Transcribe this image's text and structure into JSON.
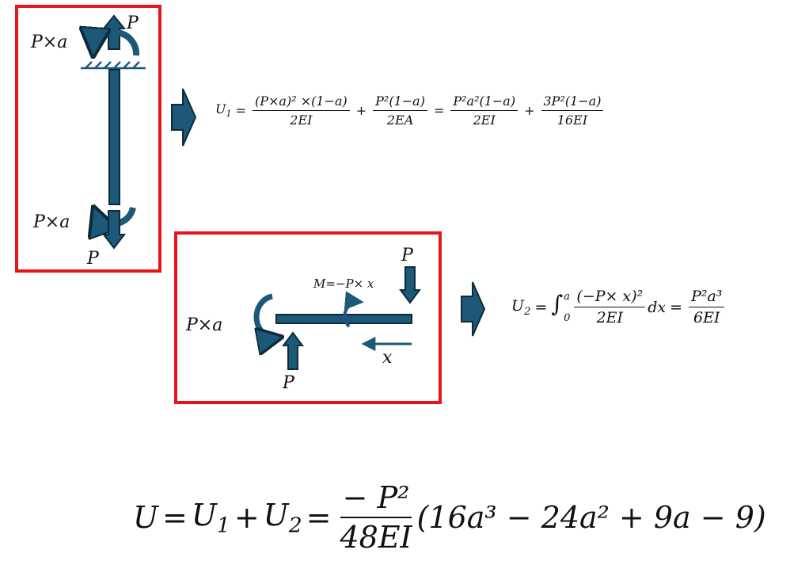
{
  "colors": {
    "frame": "#e8141c",
    "member": "#1c5878",
    "stroke": "#0d2b3a"
  },
  "fig1": {
    "top_force": "P",
    "top_moment": "P×a",
    "bottom_moment": "P×a",
    "bottom_force": "P"
  },
  "fig2": {
    "moment": "P×a",
    "force_top": "P",
    "force_bottom": "P",
    "internal_moment": "M=−P× x",
    "coord": "x"
  },
  "eq1": {
    "lhs": "U",
    "lhs_sub": "1",
    "t1_num": "(P×a)² ×(1−a)",
    "t1_den": "2EI",
    "t2_num": "P²(1−a)",
    "t2_den": "2EA",
    "t3_num": "P²a²(1−a)",
    "t3_den": "2EI",
    "t4_num": "3P²(1−a)",
    "t4_den": "16EI"
  },
  "eq2": {
    "lhs": "U",
    "lhs_sub": "2",
    "int_lower": "0",
    "int_upper": "a",
    "integrand_num": "(−P× x)²",
    "integrand_den": "2EI",
    "dx": "dx",
    "result_num": "P²a³",
    "result_den": "6EI"
  },
  "eq3": {
    "lhs": "U",
    "u1": "U",
    "u1_sub": "1",
    "u2": "U",
    "u2_sub": "2",
    "frac_num": "− P²",
    "frac_den": "48EI",
    "poly": "(16a³ − 24a² + 9a − 9)"
  }
}
